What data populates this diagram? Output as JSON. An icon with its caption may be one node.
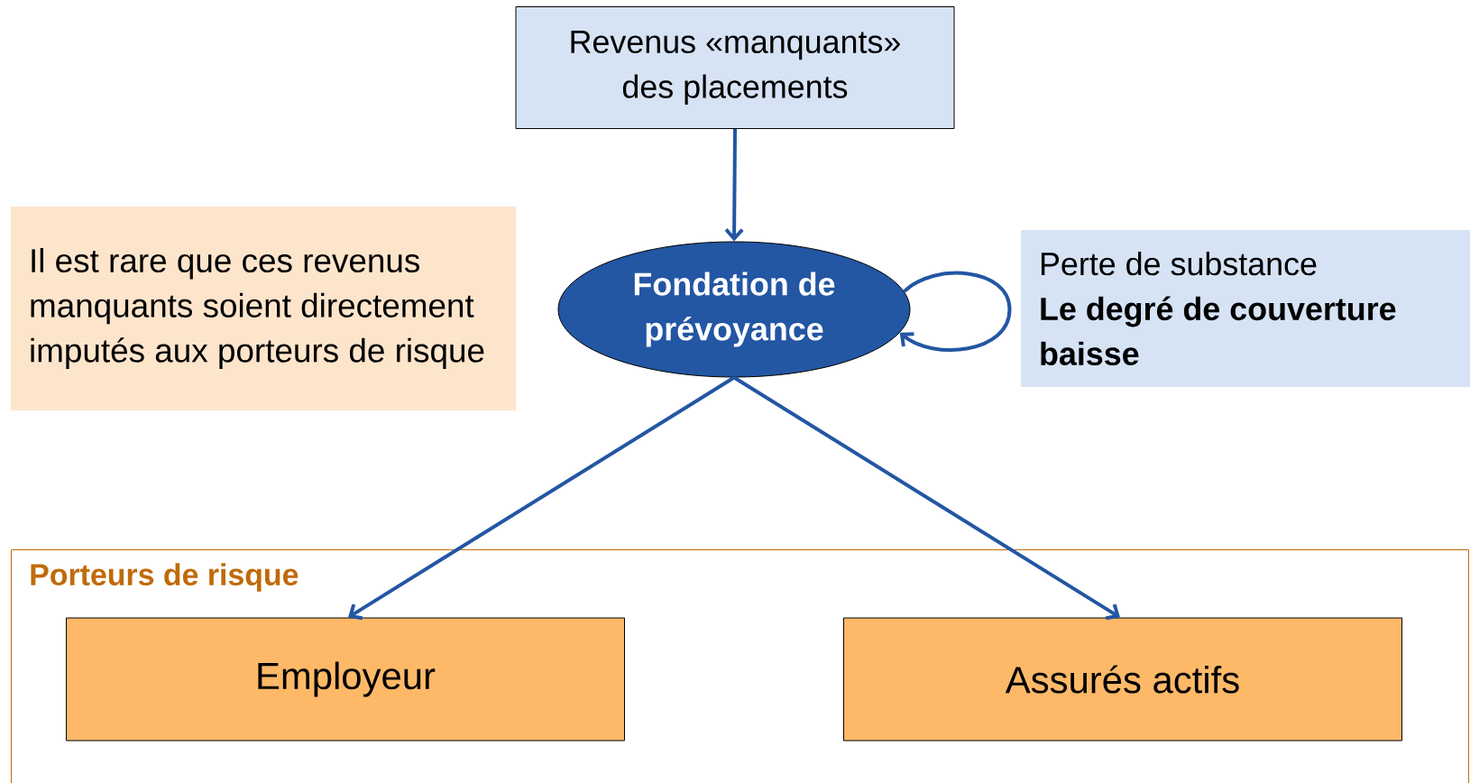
{
  "diagram": {
    "nodes": [
      {
        "text": [
          "Revenus «manquants» des placements"
        ]
      },
      {
        "text": [
          "Fondation de prévoyance"
        ]
      },
      {
        "text": [
          "Il est rare que ces revenus manquants soient directement imputés aux porteurs de risque"
        ]
      },
      {
        "text": [
          "Perte de substance",
          "Le degré de couverture baisse"
        ]
      },
      {
        "text": [
          "Porteurs de risque"
        ]
      },
      {
        "text": [
          "Employeur"
        ],
        "in": 4
      },
      {
        "text": [
          "Assurés actifs"
        ],
        "in": 4
      }
    ],
    "edges": [
      {
        "from": 0,
        "to": 1,
        "arrow": "to"
      },
      {
        "from": 1,
        "to": 1,
        "arrow": "to"
      },
      {
        "from": 1,
        "to": 5,
        "arrow": "to"
      },
      {
        "from": 1,
        "to": 6,
        "arrow": "to"
      }
    ]
  }
}
